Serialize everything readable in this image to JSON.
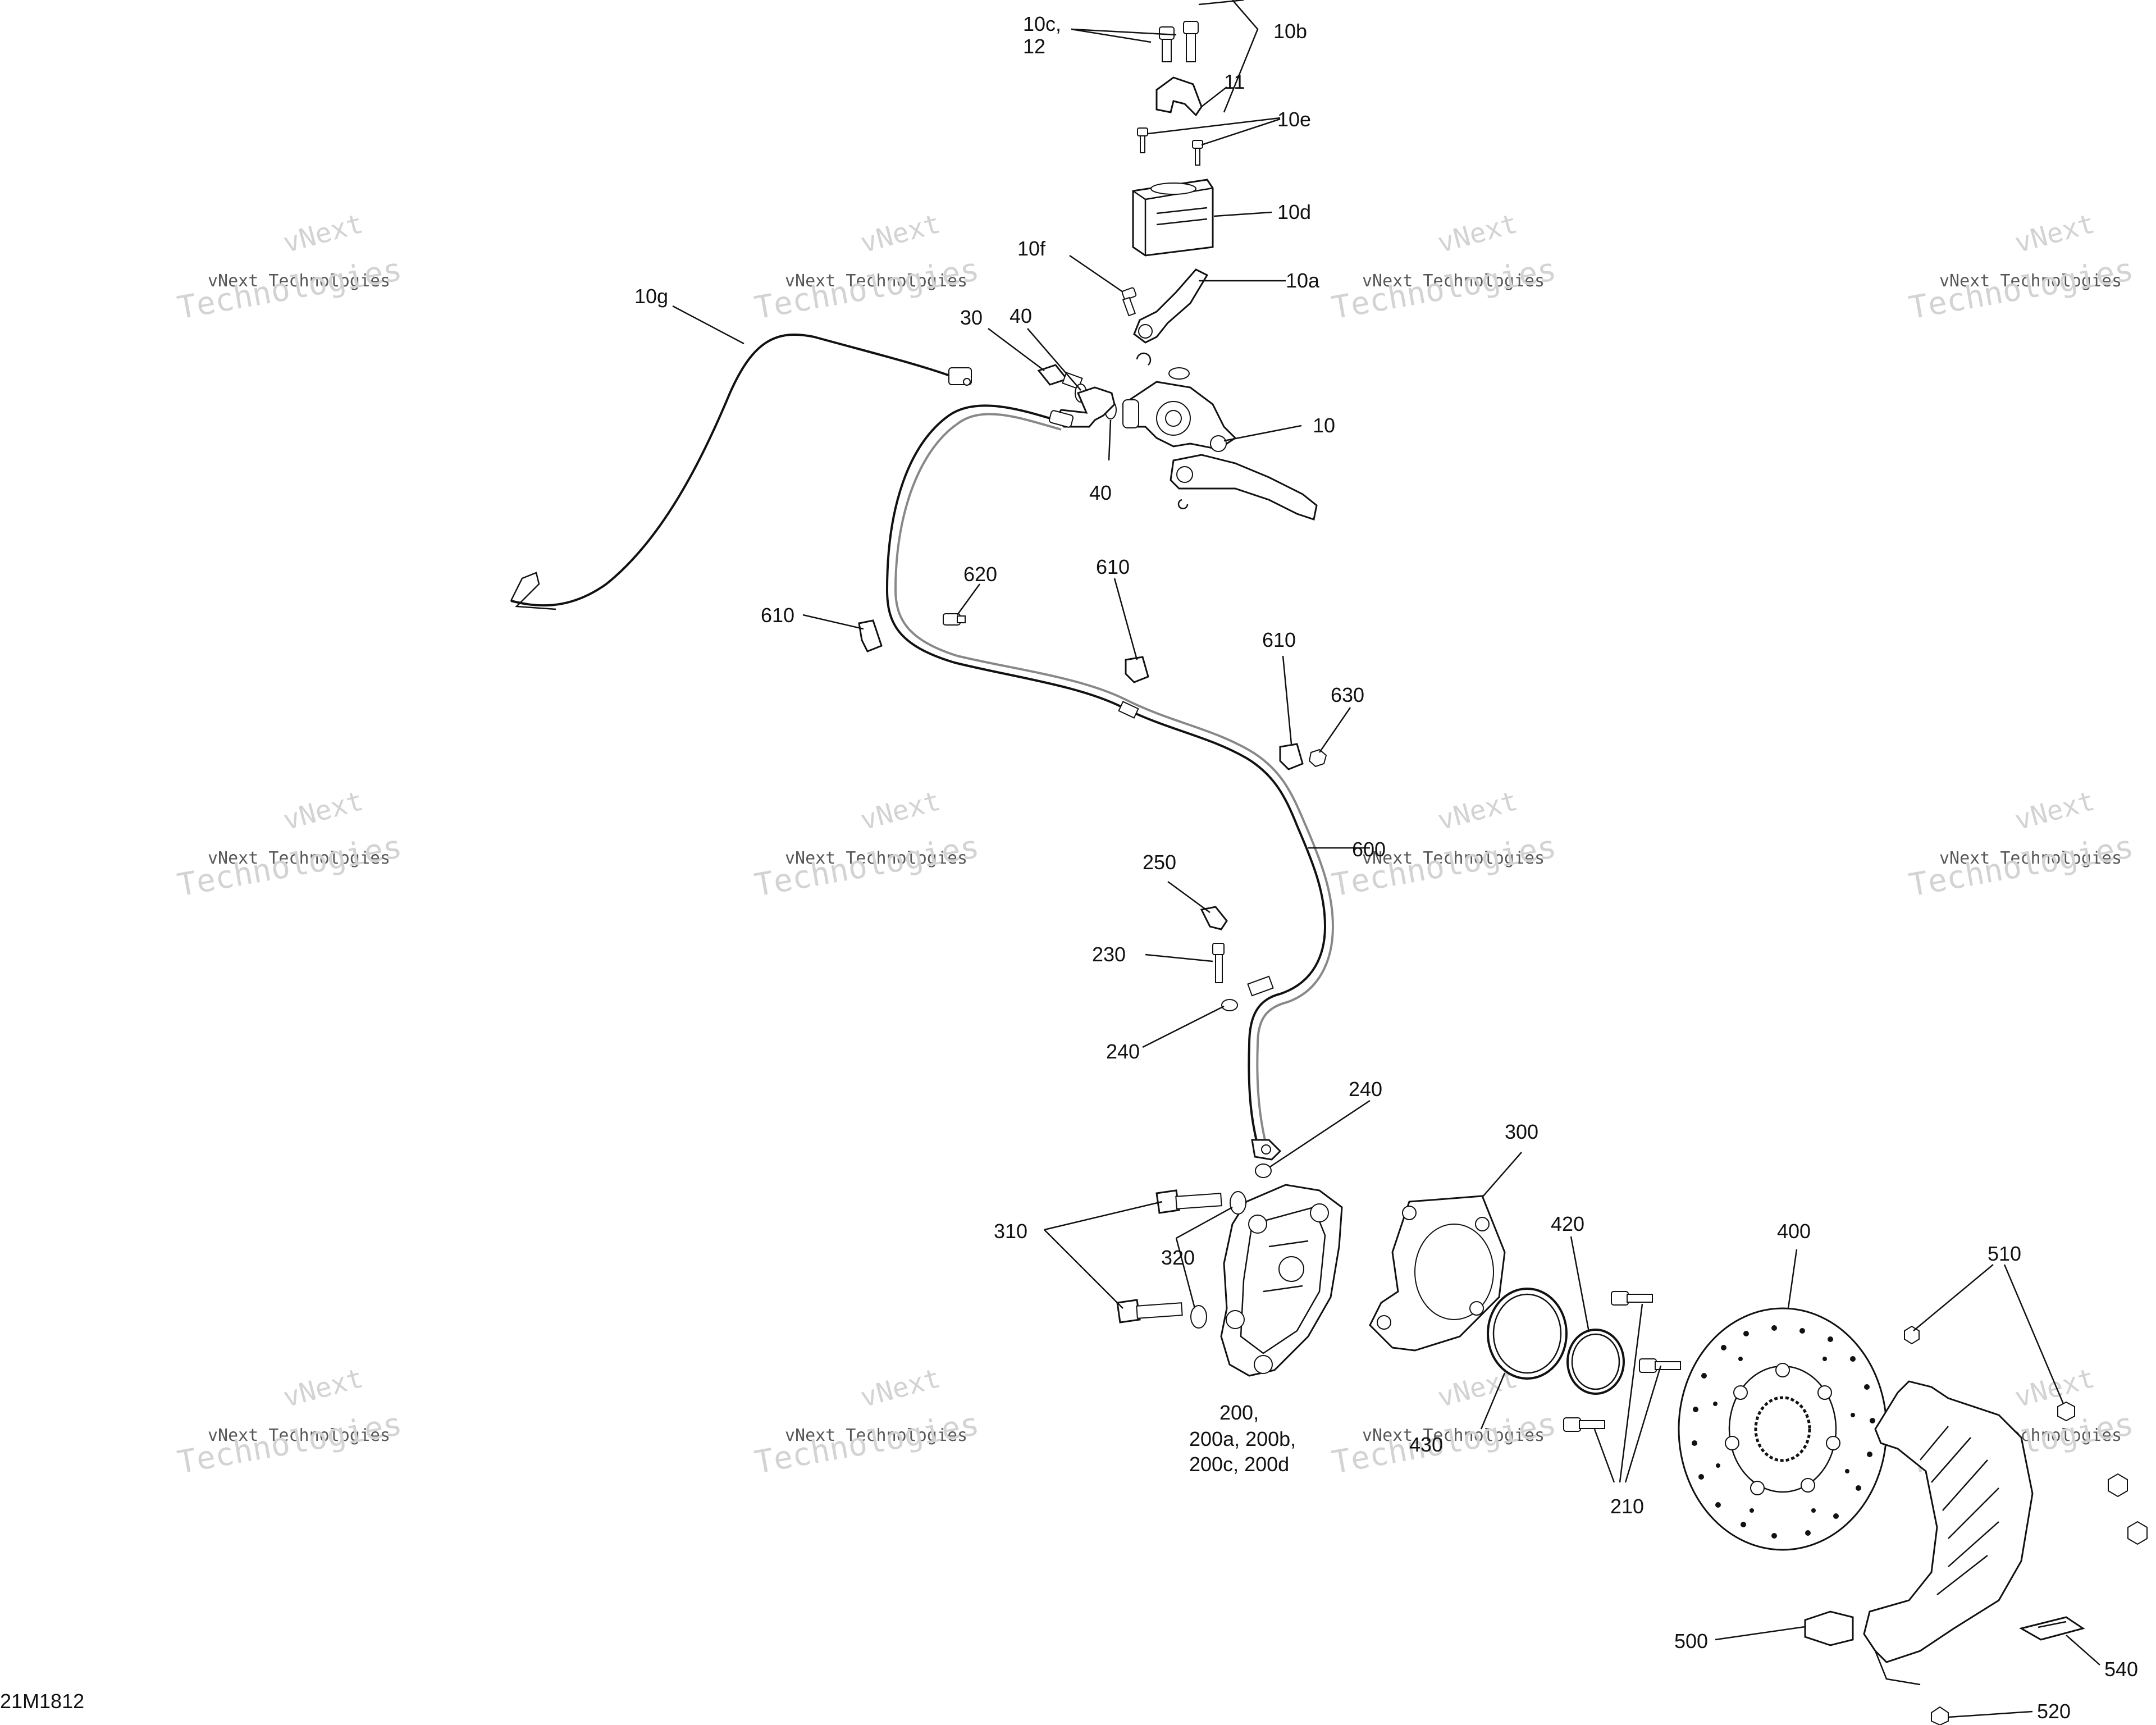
{
  "diagram_id": "21M1812",
  "watermark": {
    "line1": "vNext",
    "line2": "vNext Technologies",
    "line3": "Technologies"
  },
  "callouts": {
    "c10c12_a": "10c,",
    "c10c12_b": "12",
    "c10b": "10b",
    "c11": "11",
    "c10e": "10e",
    "c10d": "10d",
    "c10f": "10f",
    "c10a": "10a",
    "c10g": "10g",
    "c30": "30",
    "c40_top": "40",
    "c40_bot": "40",
    "c10": "10",
    "c620": "620",
    "c610_left": "610",
    "c610_mid": "610",
    "c610_right": "610",
    "c630": "630",
    "c600": "600",
    "c250": "250",
    "c230": "230",
    "c240_left": "240",
    "c240_right": "240",
    "c300": "300",
    "c310": "310",
    "c320": "320",
    "c420": "420",
    "c400": "400",
    "c510": "510",
    "c200_a": "200,",
    "c200_b": "200a, 200b,",
    "c200_c": "200c, 200d",
    "c430": "430",
    "c210": "210",
    "c500": "500",
    "c540": "540",
    "c520": "520"
  }
}
